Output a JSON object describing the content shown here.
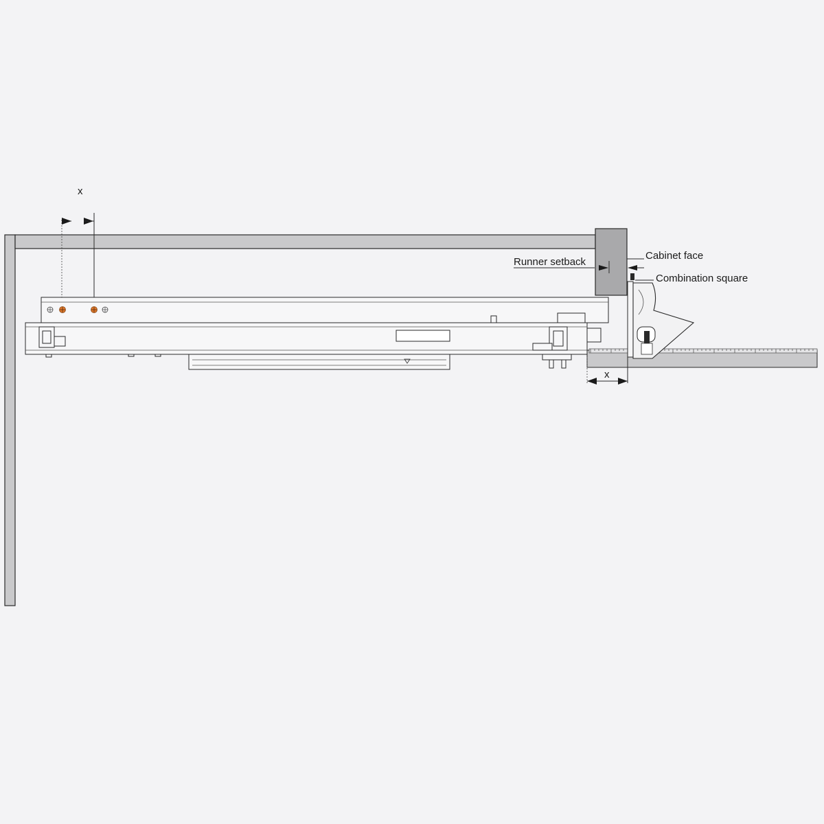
{
  "labels": {
    "x_top": "x",
    "x_bottom": "x",
    "runner_setback": "Runner setback",
    "cabinet_face": "Cabinet face",
    "combination_square": "Combination square"
  },
  "colors": {
    "background": "#f3f3f5",
    "panel_fill": "#c9c9cb",
    "line": "#2a2a2a",
    "screw_accent": "#e07a2c"
  }
}
